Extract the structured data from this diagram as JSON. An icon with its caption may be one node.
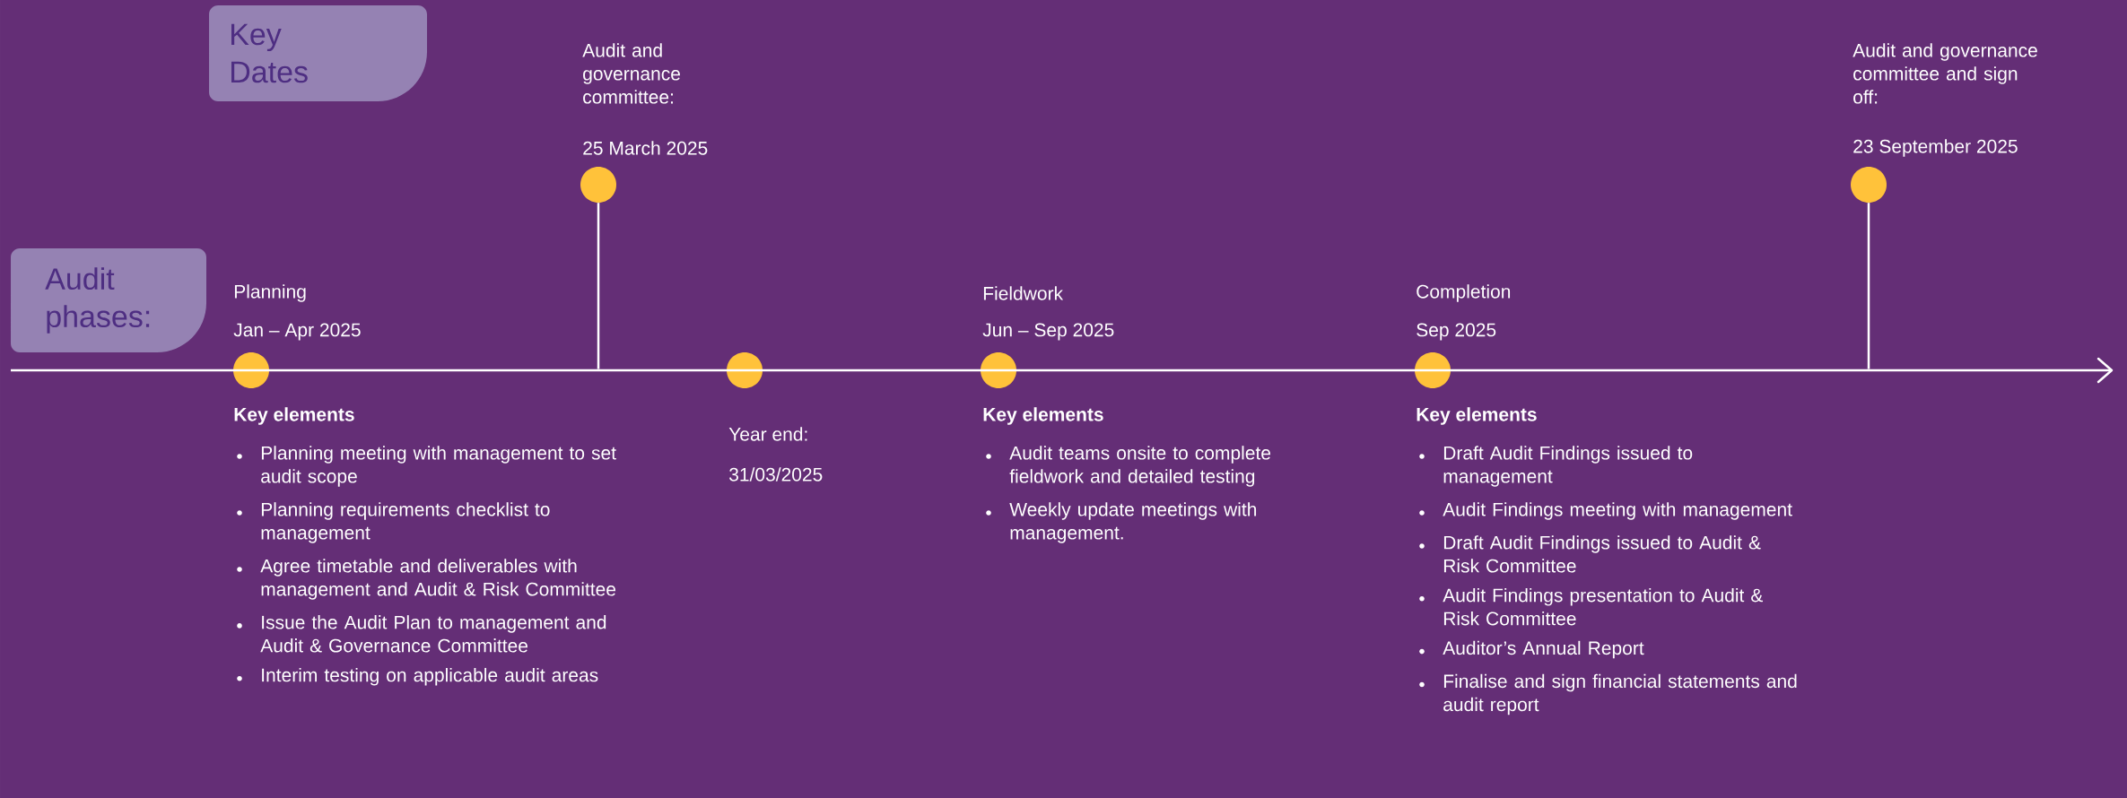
{
  "diagram": {
    "nodes": [
      {
        "text": [
          "Key Dates"
        ]
      },
      {
        "text": [
          "Audit phases:"
        ]
      },
      {
        "text": [],
        "shape": "circle",
        "beside": [
          "Planning",
          "Jan – Apr 2025",
          "Key elements",
          "Planning meeting with management to set audit scope",
          "Planning requirements checklist to management",
          "Agree timetable and deliverables with management and Audit & Risk Committee",
          "Issue the Audit Plan to management and Audit & Governance Committee",
          "Interim testing on applicable audit areas"
        ]
      },
      {
        "text": [],
        "shape": "circle",
        "beside": [
          "Audit and governance committee:",
          "25 March 2025"
        ]
      },
      {
        "text": [],
        "shape": "circle",
        "beside": [
          "Year end:",
          "31/03/2025"
        ]
      },
      {
        "text": [],
        "shape": "circle",
        "beside": [
          "Fieldwork",
          "Jun – Sep 2025",
          "Key elements",
          "Audit teams onsite to complete fieldwork and detailed testing",
          "Weekly update meetings with management."
        ]
      },
      {
        "text": [],
        "shape": "circle",
        "beside": [
          "Completion",
          "Sep 2025",
          "Key elements",
          "Draft Audit Findings issued to management",
          "Audit Findings meeting with management",
          "Draft Audit Findings issued to Audit & Risk Committee",
          "Audit Findings presentation to Audit & Risk Committee",
          "Auditor’s Annual Report",
          "Finalise and sign financial statements and audit report"
        ]
      },
      {
        "text": [],
        "shape": "circle",
        "beside": [
          "Audit and governance committee and sign off:",
          "23 September 2025"
        ]
      },
      {
        "text": [],
        "shape": "bar"
      }
    ],
    "edges": [
      {
        "from": 3,
        "to": 8,
        "arrow": "none"
      },
      {
        "from": 7,
        "to": 8,
        "arrow": "none"
      }
    ]
  }
}
